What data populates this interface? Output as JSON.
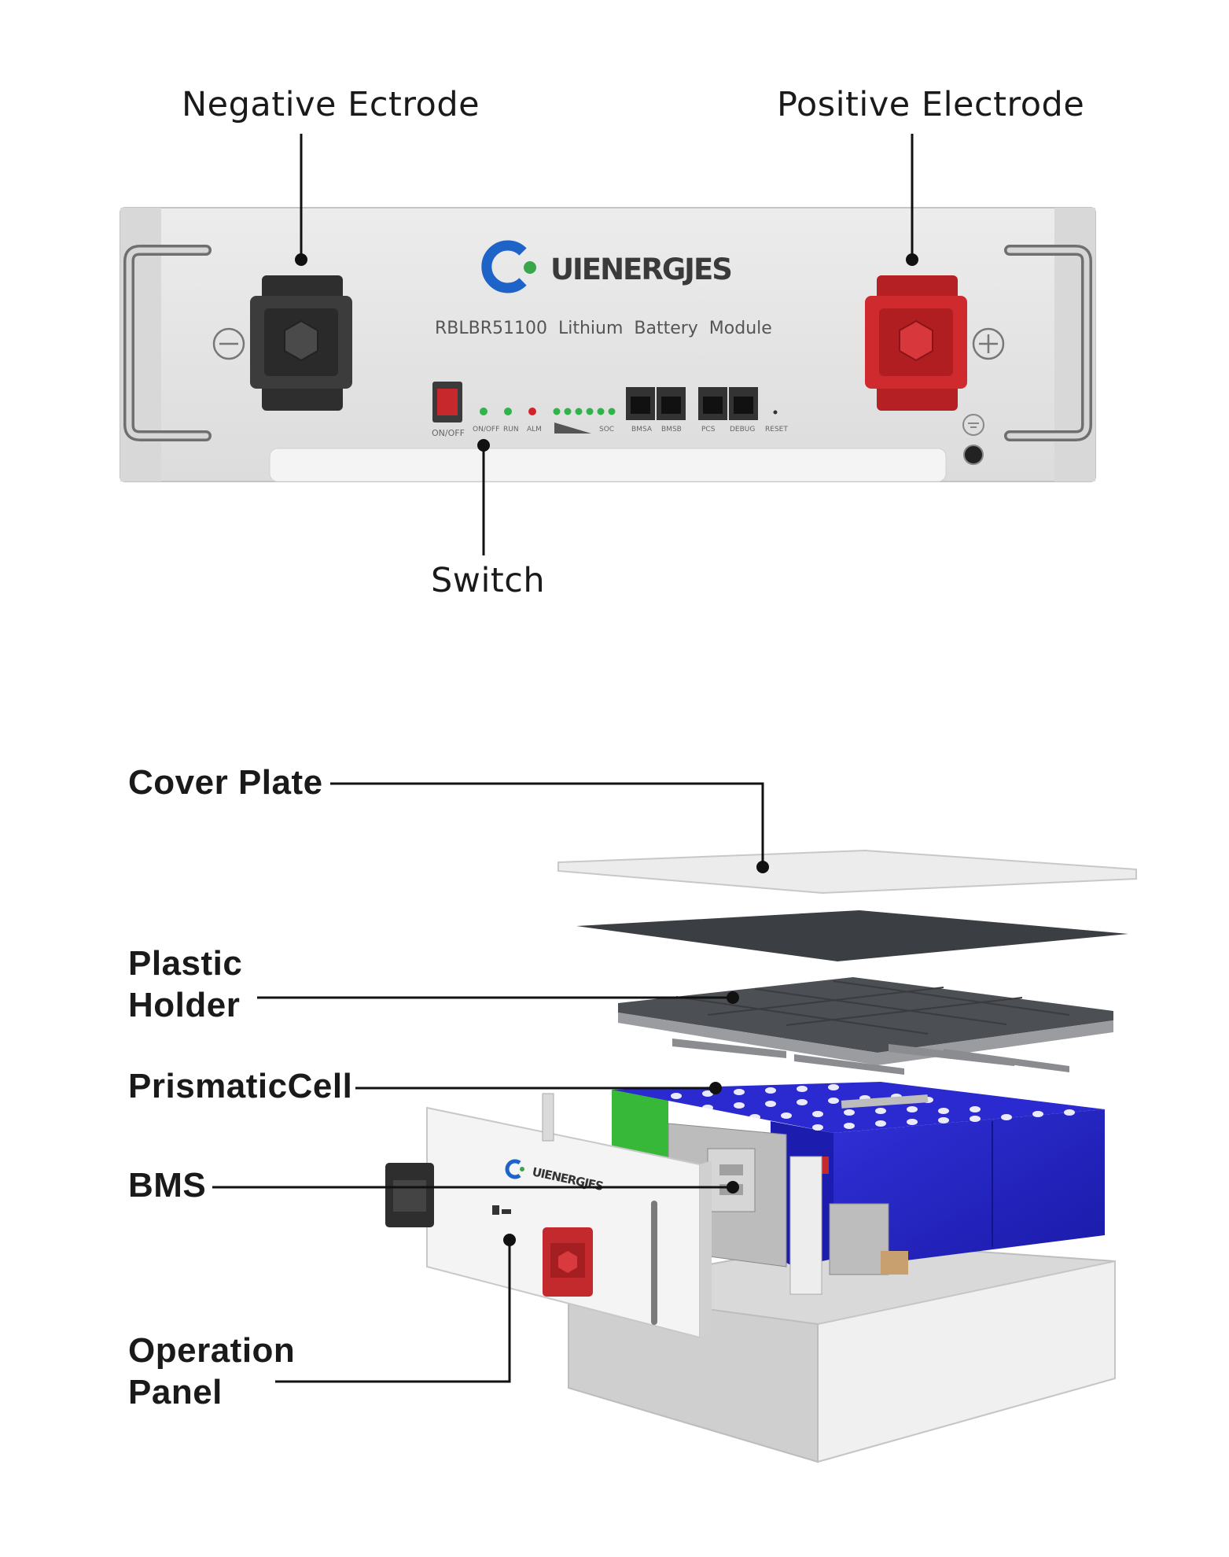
{
  "front_view": {
    "labels": {
      "negative": "Negative Ectrode",
      "positive": "Positive Electrode",
      "switch": "Switch"
    },
    "brand": "UIENERGJES",
    "model_line": "RBLBR51100  Lithium  Battery  Module",
    "panel": {
      "switch_caption": "ON/OFF",
      "indicators": [
        "ON/OFF",
        "RUN",
        "ALM"
      ],
      "soc_label": "SOC",
      "ports": [
        "BMSA",
        "BMSB",
        "PCS",
        "DEBUG"
      ],
      "reset_label": "RESET"
    },
    "colors": {
      "negative_terminal": "#3a3a3a",
      "positive_terminal": "#c9282c",
      "led_green": "#2fb34a",
      "led_red": "#d0242a",
      "logo_blue": "#1e64c8",
      "logo_green": "#3aa64a"
    }
  },
  "exploded_view": {
    "labels": {
      "cover_plate": "Cover Plate",
      "plastic_holder": "Plastic Holder",
      "prismatic_cell": "PrismaticCell",
      "bms": "BMS",
      "operation_panel": "Operation Panel"
    },
    "brand": "UIENERGJES",
    "colors": {
      "cells": "#2424c8",
      "pcb": "#38b838"
    }
  }
}
